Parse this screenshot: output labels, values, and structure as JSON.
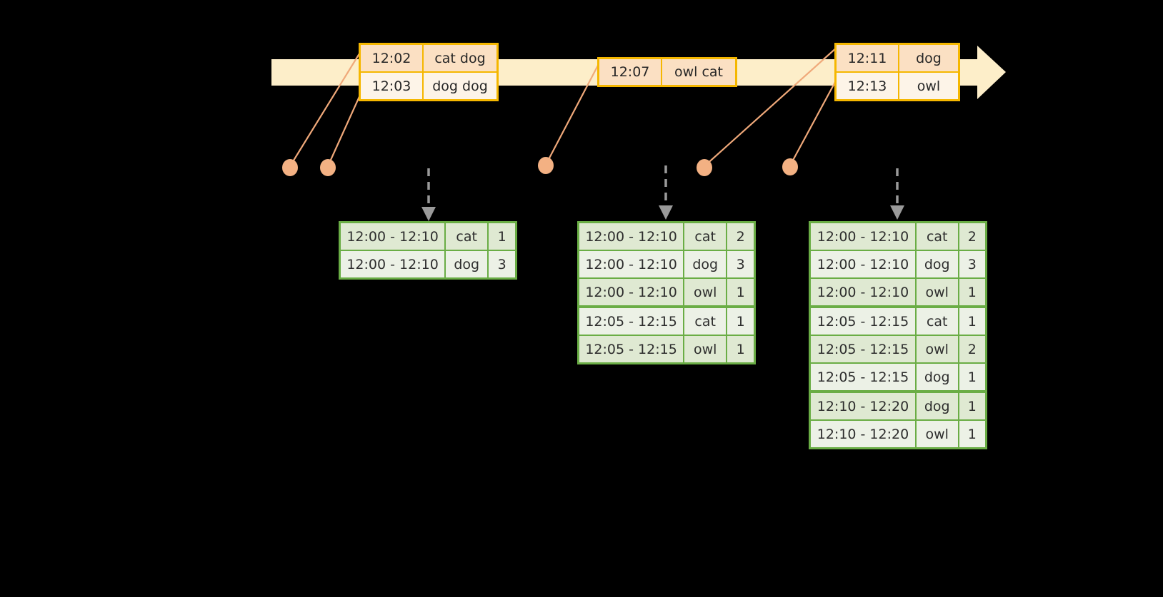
{
  "diagram": {
    "title": "windowed-word-count-timeline",
    "colors": {
      "background": "#000000",
      "timeline_bar": "#fdeec9",
      "event_border": "#f5b700",
      "event_fill_a": "#fbe0c3",
      "event_fill_b": "#fdf4e8",
      "table_border": "#6aad45",
      "table_fill_a": "#dfe9d2",
      "table_fill_b": "#ecf1e6",
      "connector": "#f0a97a",
      "dot": "#f3b183",
      "arrow": "#9a9a9a"
    }
  },
  "timeline": {
    "name": "event-stream-timeline",
    "arrow_direction": "right"
  },
  "event_boxes": [
    {
      "name": "event-box-1",
      "rows": [
        {
          "time": "12:02",
          "words": "cat dog"
        },
        {
          "time": "12:03",
          "words": "dog dog"
        }
      ]
    },
    {
      "name": "event-box-2",
      "rows": [
        {
          "time": "12:07",
          "words": "owl cat"
        }
      ]
    },
    {
      "name": "event-box-3",
      "rows": [
        {
          "time": "12:11",
          "words": "dog"
        },
        {
          "time": "12:13",
          "words": "owl"
        }
      ]
    }
  ],
  "result_tables": [
    {
      "name": "result-table-1",
      "rows": [
        {
          "window": "12:00 - 12:10",
          "word": "cat",
          "count": "1"
        },
        {
          "window": "12:00 - 12:10",
          "word": "dog",
          "count": "3"
        }
      ]
    },
    {
      "name": "result-table-2",
      "rows": [
        {
          "window": "12:00 - 12:10",
          "word": "cat",
          "count": "2"
        },
        {
          "window": "12:00 - 12:10",
          "word": "dog",
          "count": "3"
        },
        {
          "window": "12:00 - 12:10",
          "word": "owl",
          "count": "1"
        },
        {
          "window": "12:05 - 12:15",
          "word": "cat",
          "count": "1"
        },
        {
          "window": "12:05 - 12:15",
          "word": "owl",
          "count": "1"
        }
      ]
    },
    {
      "name": "result-table-3",
      "rows": [
        {
          "window": "12:00 - 12:10",
          "word": "cat",
          "count": "2"
        },
        {
          "window": "12:00 - 12:10",
          "word": "dog",
          "count": "3"
        },
        {
          "window": "12:00 - 12:10",
          "word": "owl",
          "count": "1"
        },
        {
          "window": "12:05 - 12:15",
          "word": "cat",
          "count": "1"
        },
        {
          "window": "12:05 - 12:15",
          "word": "owl",
          "count": "2"
        },
        {
          "window": "12:05 - 12:15",
          "word": "dog",
          "count": "1"
        },
        {
          "window": "12:10 - 12:20",
          "word": "dog",
          "count": "1"
        },
        {
          "window": "12:10 - 12:20",
          "word": "owl",
          "count": "1"
        }
      ]
    }
  ]
}
